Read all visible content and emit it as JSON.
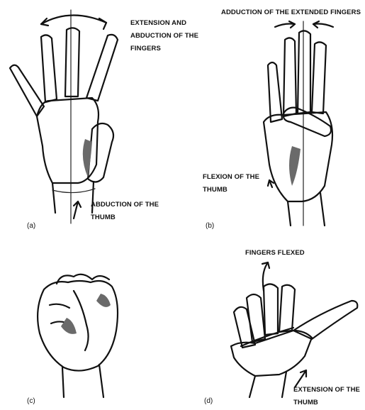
{
  "panels": {
    "a": {
      "letter": "(a)",
      "label_top_line1": "EXTENSION AND",
      "label_top_line2": "ABDUCTION OF THE",
      "label_top_line3": "FINGERS",
      "label_bottom_line1": "ABDUCTION OF THE",
      "label_bottom_line2": "THUMB"
    },
    "b": {
      "letter": "(b)",
      "label_top": "ADDUCTION OF THE EXTENDED FINGERS",
      "label_side_line1": "FLEXION OF THE",
      "label_side_line2": "THUMB"
    },
    "c": {
      "letter": "(c)"
    },
    "d": {
      "letter": "(d)",
      "label_top": "FINGERS FLEXED",
      "label_bottom_line1": "EXTENSION OF THE",
      "label_bottom_line2": "THUMB"
    }
  }
}
